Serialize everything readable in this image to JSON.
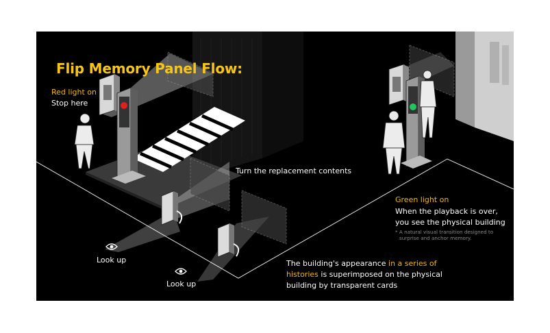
{
  "title": "Flip Memory Panel Flow:",
  "red_light": {
    "label": "Red light on",
    "text": "Stop here"
  },
  "replacement": "Turn the replacement contents",
  "look_up_1": "Look up",
  "look_up_2": "Look up",
  "green_light": {
    "label": "Green light on",
    "line1": "When the playback is over,",
    "line2": "you see the physical building",
    "note1": "* A natural visual transition designed to",
    "note2": "surprise and anchor memory."
  },
  "building": {
    "pre": "The building's appearance ",
    "highlight1": "in a series of",
    "highlight2": "histories",
    "post": " is superimposed on the physical",
    "line3": "building by transparent cards"
  },
  "colors": {
    "background": "#000000",
    "title": "#f5c518",
    "accent": "#f5b800",
    "red_light": "#e02020",
    "green_light": "#22c55e"
  }
}
